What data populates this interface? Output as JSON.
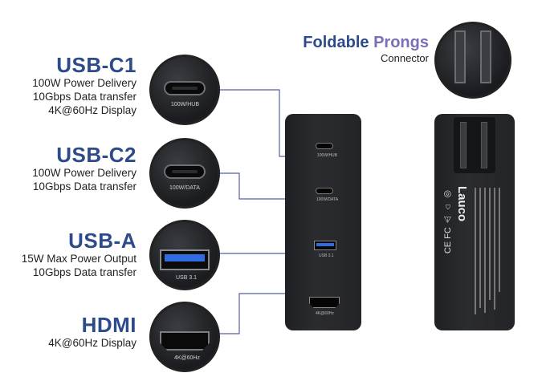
{
  "features": [
    {
      "title": "USB-C1",
      "lines": [
        "100W Power Delivery",
        "10Gbps Data transfer",
        "4K@60Hz Display"
      ],
      "port_label": "100W/HUB"
    },
    {
      "title": "USB-C2",
      "lines": [
        "100W Power Delivery",
        "10Gbps Data transfer"
      ],
      "port_label": "100W/DATA"
    },
    {
      "title": "USB-A",
      "lines": [
        "15W Max Power Output",
        "10Gbps Data transfer"
      ],
      "port_label": "USB 3.1"
    },
    {
      "title": "HDMI",
      "lines": [
        "4K@60Hz Display"
      ],
      "port_label": "4K@60Hz"
    }
  ],
  "prongs": {
    "title_a": "Foldable ",
    "title_b": "Prongs",
    "subtitle": "Connector"
  },
  "brand": "Lauco",
  "colors": {
    "title": "#2d4a8a",
    "accent": "#7a6fb6",
    "usb_a_blue": "#2e6ce0",
    "charger": "#232427"
  }
}
